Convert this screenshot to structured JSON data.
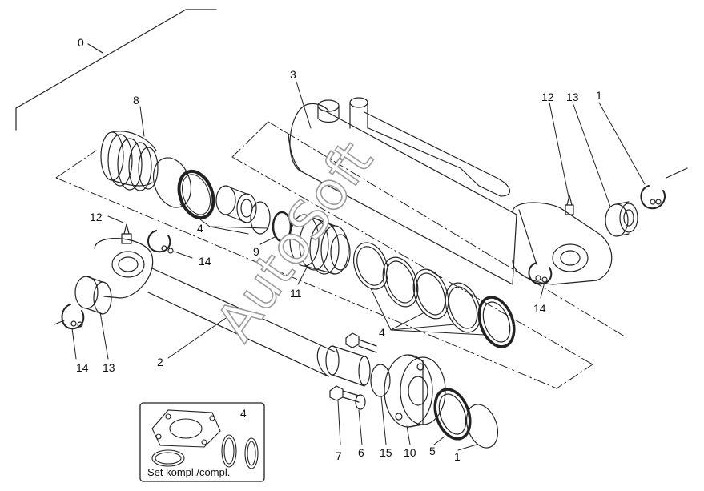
{
  "diagram": {
    "callouts": [
      {
        "id": "c0",
        "text": "0"
      },
      {
        "id": "c3",
        "text": "3"
      },
      {
        "id": "c8",
        "text": "8"
      },
      {
        "id": "c12a",
        "text": "12"
      },
      {
        "id": "c13a",
        "text": "13"
      },
      {
        "id": "c1a",
        "text": "1"
      },
      {
        "id": "c12b",
        "text": "12"
      },
      {
        "id": "c4a",
        "text": "4"
      },
      {
        "id": "c14a",
        "text": "14"
      },
      {
        "id": "c9",
        "text": "9"
      },
      {
        "id": "c11",
        "text": "11"
      },
      {
        "id": "c14b",
        "text": "14"
      },
      {
        "id": "c4b",
        "text": "4"
      },
      {
        "id": "c2",
        "text": "2"
      },
      {
        "id": "c14c",
        "text": "14"
      },
      {
        "id": "c13b",
        "text": "13"
      },
      {
        "id": "c7",
        "text": "7"
      },
      {
        "id": "c6",
        "text": "6"
      },
      {
        "id": "c15",
        "text": "15"
      },
      {
        "id": "c10",
        "text": "10"
      },
      {
        "id": "c5",
        "text": "5"
      },
      {
        "id": "c1b",
        "text": "1"
      }
    ],
    "seal_kit": {
      "part_number": "4",
      "caption": "Set kompl./compl."
    },
    "watermark": "AutoSoft"
  }
}
